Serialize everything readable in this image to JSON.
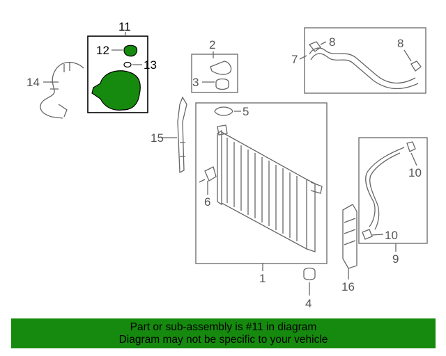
{
  "callouts": {
    "c1": "1",
    "c2": "2",
    "c3": "3",
    "c4": "4",
    "c5": "5",
    "c6": "6",
    "c7": "7",
    "c8a": "8",
    "c8b": "8",
    "c9": "9",
    "c10a": "10",
    "c10b": "10",
    "c11": "11",
    "c12": "12",
    "c13": "13",
    "c14": "14",
    "c15": "15",
    "c16": "16"
  },
  "highlight_color": "#168a0e",
  "banner": {
    "line1": "Part or sub-assembly is #11 in diagram",
    "line2": "Diagram may not be specific to your vehicle"
  }
}
